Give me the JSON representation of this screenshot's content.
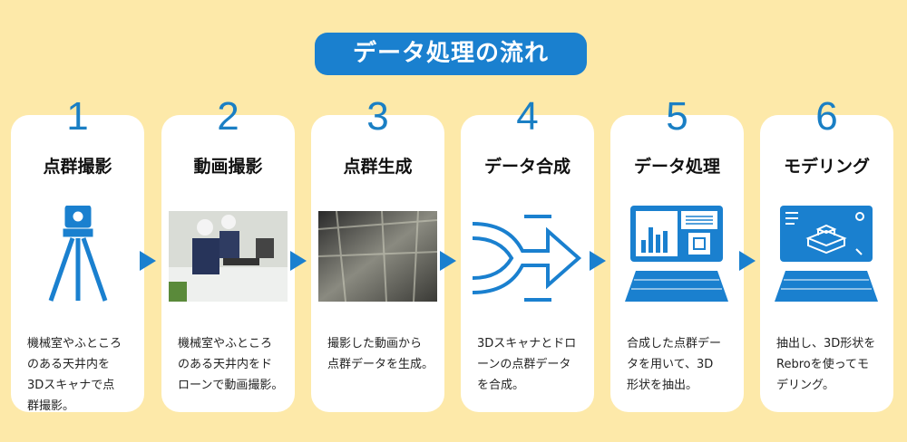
{
  "title": "データ処理の流れ",
  "accent": "#1a80cf",
  "steps": [
    {
      "num": "1",
      "title": "点群撮影",
      "icon": "tripod-scanner-icon",
      "desc": "機械室やふところ\nのある天井内を\n3Dスキャナで点\n群撮影。"
    },
    {
      "num": "2",
      "title": "動画撮影",
      "icon": "workers-photo",
      "desc": "機械室やふところ\nのある天井内をド\nローンで動画撮影。"
    },
    {
      "num": "3",
      "title": "点群生成",
      "icon": "point-cloud-image",
      "desc": "撮影した動画から\n点群データを生成。"
    },
    {
      "num": "4",
      "title": "データ合成",
      "icon": "merge-arrow-icon",
      "desc": "3Dスキャナとドロ\nーンの点群データ\nを合成。"
    },
    {
      "num": "5",
      "title": "データ処理",
      "icon": "laptop-chart-icon",
      "desc": "合成した点群デー\nタを用いて、3D\n形状を抽出。"
    },
    {
      "num": "6",
      "title": "モデリング",
      "icon": "laptop-3d-model-icon",
      "desc": "抽出し、3D形状を\nRebroを使ってモ\nデリング。"
    }
  ]
}
